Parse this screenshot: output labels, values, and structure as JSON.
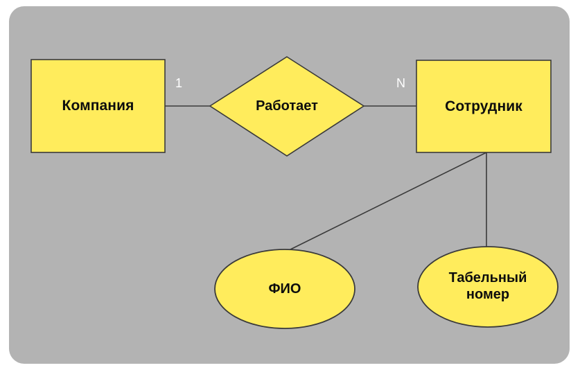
{
  "diagram": {
    "type": "er-diagram",
    "background_color": "#b3b3b3",
    "page_color": "#ffffff",
    "shape_fill_color": "#ffec5c",
    "shape_stroke_color": "#3a3a3a",
    "text_color": "#0d0d0d",
    "cardinality_text_color": "#ffffff",
    "entities": [
      {
        "id": "company",
        "label": "Компания",
        "shape": "rectangle"
      },
      {
        "id": "employee",
        "label": "Сотрудник",
        "shape": "rectangle"
      }
    ],
    "relationships": [
      {
        "id": "works",
        "label": "Работает",
        "shape": "diamond",
        "from": "company",
        "to": "employee",
        "from_cardinality": "1",
        "to_cardinality": "N"
      }
    ],
    "attributes": [
      {
        "id": "fullname",
        "label": "ФИО",
        "shape": "ellipse",
        "owner": "employee"
      },
      {
        "id": "tabnumber",
        "label_line1": "Табельный",
        "label_line2": "номер",
        "shape": "ellipse",
        "owner": "employee"
      }
    ],
    "cardinality_labels": {
      "one": "1",
      "many": "N"
    }
  }
}
